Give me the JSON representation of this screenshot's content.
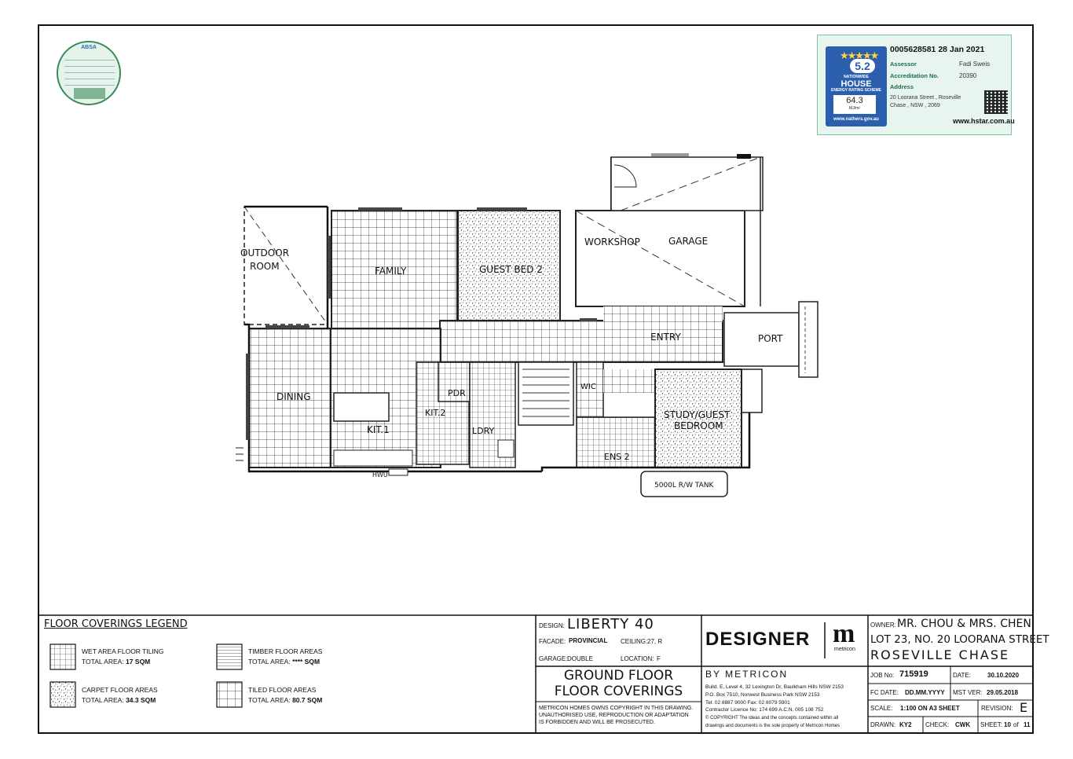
{
  "energy_rating": {
    "cert_line": "0005628581 28 Jan 2021",
    "stars_value": "5.2",
    "badge_line1": "NATIONWIDE",
    "badge_line2": "HOUSE",
    "badge_line3": "ENERGY RATING SCHEME",
    "mj_value": "64.3",
    "mj_unit": "MJ/m²",
    "scheme_url": "www.nathers.gov.au",
    "assessor_label": "Assessor",
    "assessor_value": "Fadi Sweis",
    "accreditation_label": "Accreditation No.",
    "accreditation_value": "20390",
    "address_label": "Address",
    "address_line1": "20 Loorana Street , Roseville",
    "address_line2": "Chase , NSW , 2069",
    "site_url": "www.hstar.com.au"
  },
  "absa": {
    "logo": "ABSA"
  },
  "rooms": {
    "outdoor1": "OUTDOOR",
    "outdoor2": "ROOM",
    "family": "FAMILY",
    "guest_bed": "GUEST BED 2",
    "workshop": "WORKSHOP",
    "garage": "GARAGE",
    "entry": "ENTRY",
    "port": "PORT",
    "dining": "DINING",
    "pdr": "PDR",
    "kit2": "KIT.2",
    "kit1": "KIT.1",
    "ldry": "LDRY",
    "wic": "WIC",
    "study1": "STUDY/GUEST",
    "study2": "BEDROOM",
    "ens2": "ENS 2",
    "tank": "5000L R/W TANK",
    "hwu": "HWU"
  },
  "legend": {
    "title": "FLOOR COVERINGS LEGEND",
    "items": [
      {
        "name": "WET AREA FLOOR TILING",
        "area_label": "TOTAL AREA:",
        "area": "17 SQM"
      },
      {
        "name": "TIMBER FLOOR AREAS",
        "area_label": "TOTAL AREA:",
        "area": "**** SQM"
      },
      {
        "name": "CARPET FLOOR AREAS",
        "area_label": "TOTAL AREA:",
        "area": "34.3 SQM"
      },
      {
        "name": "TILED FLOOR AREAS",
        "area_label": "TOTAL AREA:",
        "area": "80.7 SQM"
      }
    ]
  },
  "title_block": {
    "design_label": "DESIGN:",
    "design": "LIBERTY 40",
    "facade_label": "FACADE:",
    "facade": "PROVINCIAL",
    "ceiling_label": "CEILING:",
    "ceiling": "27, R",
    "garage_label": "GARAGE:",
    "garage": "DOUBLE",
    "location_label": "LOCATION:",
    "location": "F",
    "drawing_title1": "GROUND FLOOR",
    "drawing_title2": "FLOOR COVERINGS",
    "copyright1": "METRICON HOMES OWNS COPYRIGHT IN THIS DRAWING.",
    "copyright2": "UNAUTHORISED USE, REPRODUCTION OR ADAPTATION",
    "copyright3": "IS FORBIDDEN AND WILL BE PROSECUTED.",
    "brand": "DESIGNER",
    "brand_mark": "m",
    "brand_mark_sub": "metricon",
    "by": "BY METRICON",
    "addr1": "Build. E, Level 4, 32 Lexington Dr, Baulkham Hills NSW 2153",
    "addr2": "P.O. Box 7510, Norwest Business Park NSW 2153",
    "addr3": "Tel: 02 8887 9000    Fax: 02 8079 5901",
    "addr4": "Contractor Licence No: 174 699 A.C.N. 005 108 752",
    "addr5": "© COPYRIGHT The ideas and the concepts contained within all",
    "addr6": "drawings and documents is the sole property of Metricon Homes",
    "owner_label": "OWNER:",
    "owner": "MR. CHOU & MRS. CHEN",
    "lot": "LOT 23, NO. 20 LOORANA STREET",
    "suburb": "ROSEVILLE CHASE",
    "job_label": "JOB No:",
    "job": "715919",
    "date_label": "DATE:",
    "date": "30.10.2020",
    "fc_label": "FC DATE:",
    "fc": "DD.MM.YYYY",
    "mst_label": "MST VER:",
    "mst": "29.05.2018",
    "scale_label": "SCALE:",
    "scale": "1:100 ON A3 SHEET",
    "rev_label": "REVISION:",
    "rev": "E",
    "drawn_label": "DRAWN:",
    "drawn": "KY2",
    "check_label": "CHECK:",
    "check": "CWK",
    "sheet_label": "SHEET:",
    "sheet": "10",
    "of_label": "of",
    "sheet_total": "11"
  }
}
